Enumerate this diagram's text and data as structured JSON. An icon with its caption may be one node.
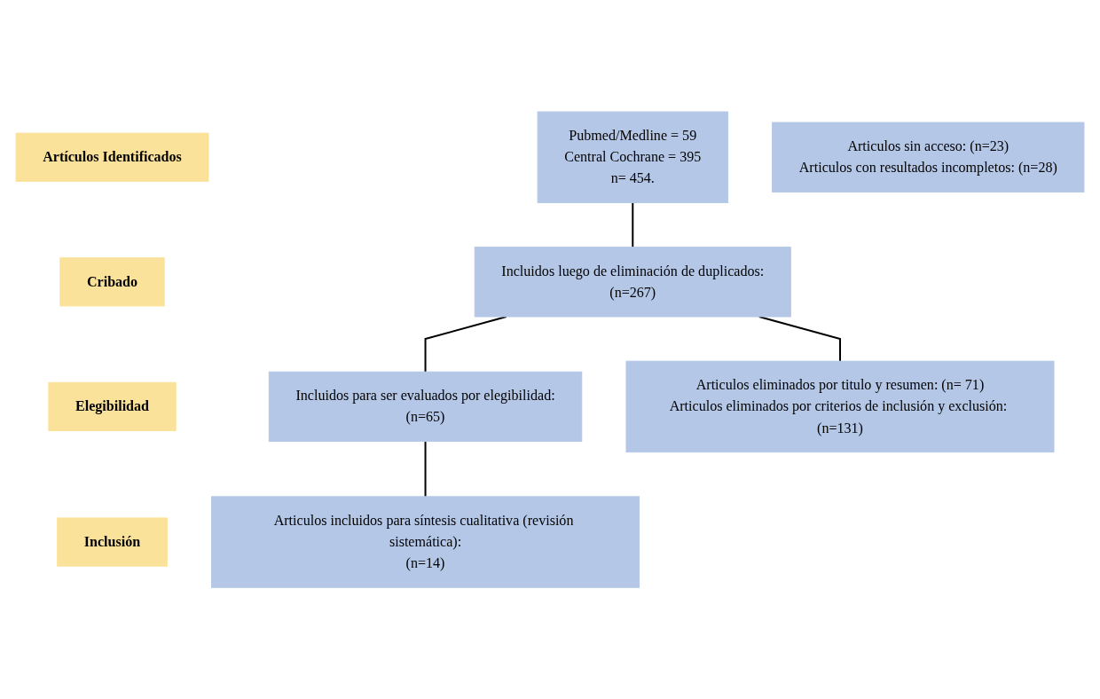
{
  "diagram": {
    "nodes": [
      {
        "text": [
          "Artículos Identificados"
        ]
      },
      {
        "text": [
          "Pubmed/Medline = 59",
          "Central Cochrane = 395",
          "n= 454."
        ]
      },
      {
        "text": [
          "Cribado"
        ]
      },
      {
        "text": [
          "Incluidos luego de eliminación de duplicados:",
          "(n=267)"
        ]
      },
      {
        "text": [
          "Articulos eliminados por titulo y resumen: (n= 71)",
          "Articulos eliminados por criterios de inclusión y exclusión: (n=131)"
        ]
      },
      {
        "text": [
          "Elegibilidad"
        ]
      },
      {
        "text": [
          "Incluidos para ser evaluados por elegibilidad:",
          "(n=65)"
        ]
      },
      {
        "text": [
          "Articulos sin acceso: (n=23)",
          "Articulos con resultados incompletos: (n=28)"
        ]
      },
      {
        "text": [
          "Inclusión"
        ]
      },
      {
        "text": [
          "Articulos incluidos para síntesis cualitativa (revisión sistemática):",
          "(n=14)"
        ]
      }
    ],
    "edges": [
      {
        "from": 1,
        "to": 3,
        "arrow": "none"
      },
      {
        "from": 3,
        "to": 6,
        "arrow": "none"
      },
      {
        "from": 3,
        "to": 4,
        "arrow": "none"
      },
      {
        "from": 6,
        "to": 9,
        "arrow": "none"
      }
    ]
  }
}
